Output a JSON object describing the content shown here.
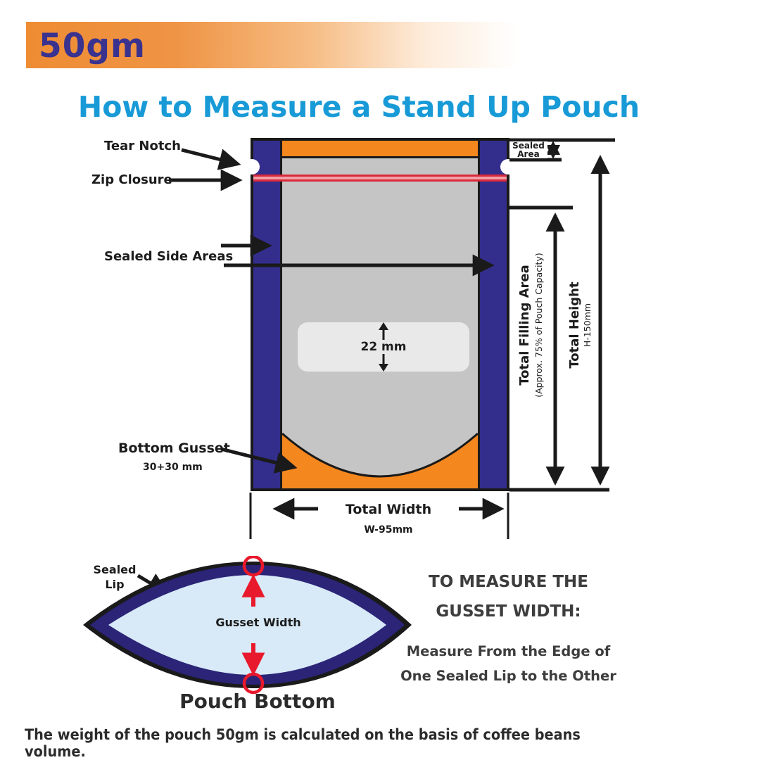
{
  "badge": {
    "label": "50gm"
  },
  "title": "How to Measure a Stand Up Pouch",
  "pouch": {
    "labels": {
      "tear_notch": "Tear Notch",
      "zip_closure": "Zip Closure",
      "sealed_side_areas": "Sealed Side Areas",
      "bottom_gusset": "Bottom Gusset",
      "bottom_gusset_size": "30+30 mm",
      "sealed_area_line1": "Sealed",
      "sealed_area_line2": "Area",
      "inner_measure": "22 mm",
      "total_filling_area": "Total Filling Area",
      "total_filling_area_note": "(Approx. 75% of Pouch Capacity)",
      "total_height": "Total Height",
      "total_height_value": "H-150mm",
      "total_width": "Total Width",
      "total_width_value": "W-95mm"
    }
  },
  "gusset_diagram": {
    "sealed_lip_line1": "Sealed",
    "sealed_lip_line2": "Lip",
    "gusset_width": "Gusset Width",
    "caption": "Pouch Bottom",
    "instruction_line1": "TO MEASURE THE",
    "instruction_line2": "GUSSET WIDTH:",
    "instruction_line3": "Measure From the Edge of",
    "instruction_line4": "One Sealed Lip to the Other"
  },
  "footer": "The weight of the pouch 50gm is calculated on the basis of coffee beans volume.",
  "colors": {
    "badge_orange": "#EE8C33",
    "badge_text": "#39328F",
    "title_blue": "#189AD7",
    "seal_navy": "#332E8C",
    "pouch_orange": "#F5871F",
    "pouch_gray": "#C5C5C5",
    "zip_red": "#D9293B",
    "zip_pink": "#F2A0A8",
    "lens_navy": "#2B2477",
    "lens_fill": "#D8EAF8",
    "accent_red": "#E8192C",
    "ink": "#1C1C1C"
  }
}
